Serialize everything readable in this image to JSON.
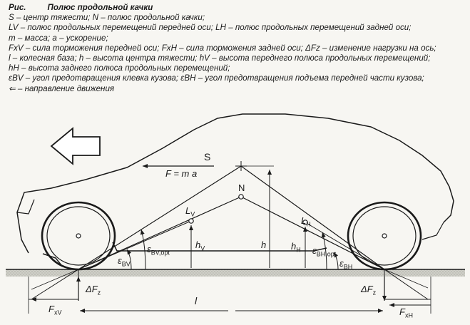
{
  "caption": {
    "label": "Рис.",
    "title": "Полюс продольной качки",
    "lines": [
      "S – центр тяжести; N – полюс продольной качки;",
      "LV – полюс продольных перемещений передней оси; LH – полюс продольных перемещений задней оси;",
      "m – масса; a – ускорение;",
      "FxV – сила торможения передней оси; FxH – сила торможения задней оси; ΔFz – изменение нагрузки на ось;",
      "l – колесная база; h – высота центра тяжести; hV – высота переднего полюса продольных перемещений;",
      "hH – высота заднего полюса продольных перемещений;",
      "εBV – угол предотвращения клевка кузова; εBH – угол предотвращения подъема передней части кузова;",
      "⇐ – направление движения"
    ]
  },
  "labels": {
    "S": "S",
    "F": "F = m a",
    "N": "N",
    "LV": "L",
    "LV_sub": "V",
    "LH": "L",
    "LH_sub": "H",
    "eps_bv_opt": "ε",
    "eps_bv_opt_sub": "BV,opt",
    "eps_bv": "ε",
    "eps_bv_sub": "BV",
    "hV": "h",
    "hV_sub": "V",
    "h": "h",
    "hH": "h",
    "hH_sub": "H",
    "eps_bh_opt": "ε",
    "eps_bh_opt_sub": "BH,opt",
    "eps_bh": "ε",
    "eps_bh_sub": "BH",
    "dFz_front": "ΔF",
    "dFz_front_sub": "z",
    "dFz_rear": "ΔF",
    "dFz_rear_sub": "z",
    "l": "l",
    "FxV": "F",
    "FxV_sub": "xV",
    "FxH": "F",
    "FxH_sub": "xH"
  },
  "icons": {
    "direction": "left-arrow-icon"
  },
  "colors": {
    "ink": "#1a1a1a",
    "ground": "#bdbdb6",
    "background": "#f7f6f2"
  }
}
